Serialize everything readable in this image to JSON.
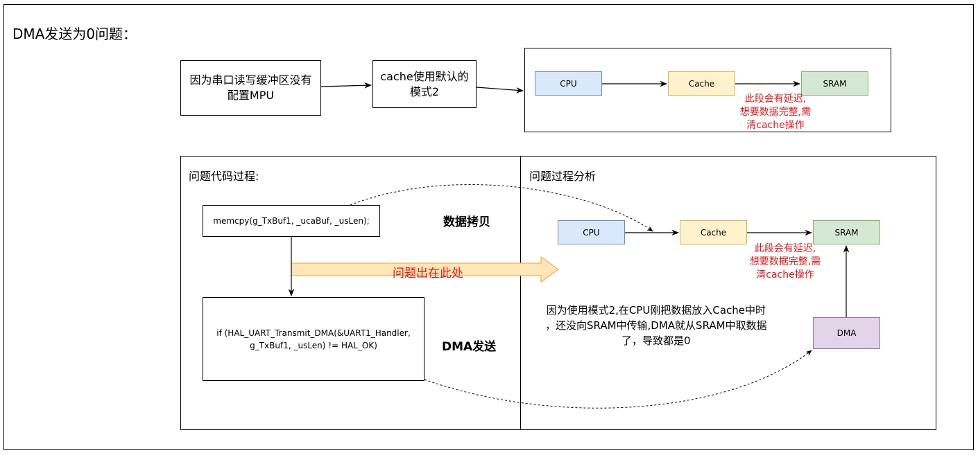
{
  "title": "DMA发送为0问题：",
  "top_flow": {
    "box1": "因为串口读写缓冲区没有配置MPU",
    "box2": "cache使用默认的模式2",
    "cpu": "CPU",
    "cache": "Cache",
    "sram": "SRAM",
    "note": [
      "此段会有延迟,",
      "想要数据完整,需",
      "清cache操作"
    ]
  },
  "left_panel": {
    "heading": "问题代码过程:",
    "code1": "memcpy(g_TxBuf1, _ucaBuf, _usLen);",
    "code2_line1": "if (HAL_UART_Transmit_DMA(&UART1_Handler,",
    "code2_line2": "g_TxBuf1, _usLen) != HAL_OK)",
    "label_copy": "数据拷贝",
    "label_dma": "DMA发送",
    "problem_arrow": "问题出在此处"
  },
  "right_panel": {
    "heading": "问题过程分析",
    "cpu": "CPU",
    "cache": "Cache",
    "sram": "SRAM",
    "dma": "DMA",
    "note": [
      "此段会有延迟,",
      "想要数据完整,需",
      "清cache操作"
    ],
    "explanation": [
      "因为使用模式2,在CPU刚把数据放入Cache中时",
      "，还没向SRAM中传输,DMA就从SRAM中取数据",
      "了，导致都是0"
    ]
  },
  "colors": {
    "cpu_fill": "#dae8fc",
    "cache_fill": "#fff2cc",
    "sram_fill": "#d5e8d4",
    "dma_fill": "#e1d5e7",
    "note_red": "#e01818",
    "problem_arrow_fill": "#ffe6b8"
  }
}
